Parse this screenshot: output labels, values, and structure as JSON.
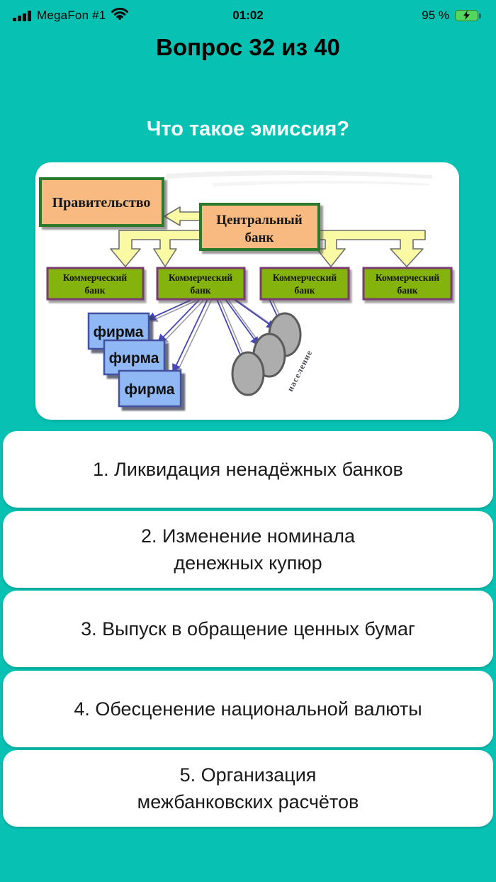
{
  "status_bar": {
    "carrier": "MegaFon #1",
    "time": "01:02",
    "battery_percent": "95 %",
    "icons": {
      "signal": "cellular-signal-4-bars",
      "wifi": "wifi-full",
      "battery": "battery-charging-green"
    }
  },
  "header": {
    "title": "Вопрос 32 из 40"
  },
  "question": {
    "text": "Что такое эмиссия?"
  },
  "diagram": {
    "government": "Правительство",
    "central_bank": {
      "line1": "Центральный",
      "line2": "банк"
    },
    "commercial_bank": {
      "line1": "Коммерческий",
      "line2": "банк"
    },
    "firm": "фирма",
    "population": "население"
  },
  "answers": [
    {
      "label": "1. Ликвидация ненадёжных банков"
    },
    {
      "label": "2. Изменение номинала\nденежных купюр"
    },
    {
      "label": "3. Выпуск в обращение ценных бумаг"
    },
    {
      "label": "4. Обесценение национальной валюты"
    },
    {
      "label": "5. Организация\nмежбанковских расчётов"
    }
  ],
  "colors": {
    "background": "#07C2B3",
    "card": "#FFFFFF",
    "title_text": "#000000",
    "question_text": "#FFFFFF",
    "answer_text": "#1A1A1A",
    "battery_fill": "#53D65F",
    "diagram": {
      "gov_fill": "#F9BA82",
      "gov_border": "#2B7A2B",
      "bank_fill": "#85B30D",
      "bank_border": "#7A3B72",
      "arrow_fill": "#FAFAA5",
      "arrow_stroke": "#6E6E6E",
      "firm_fill": "#8FB8F5",
      "firm_border": "#44519E",
      "ellipse_fill": "#ADADAD",
      "ellipse_stroke": "#5A5A5A",
      "thin_arrow": "#4646B4"
    }
  }
}
